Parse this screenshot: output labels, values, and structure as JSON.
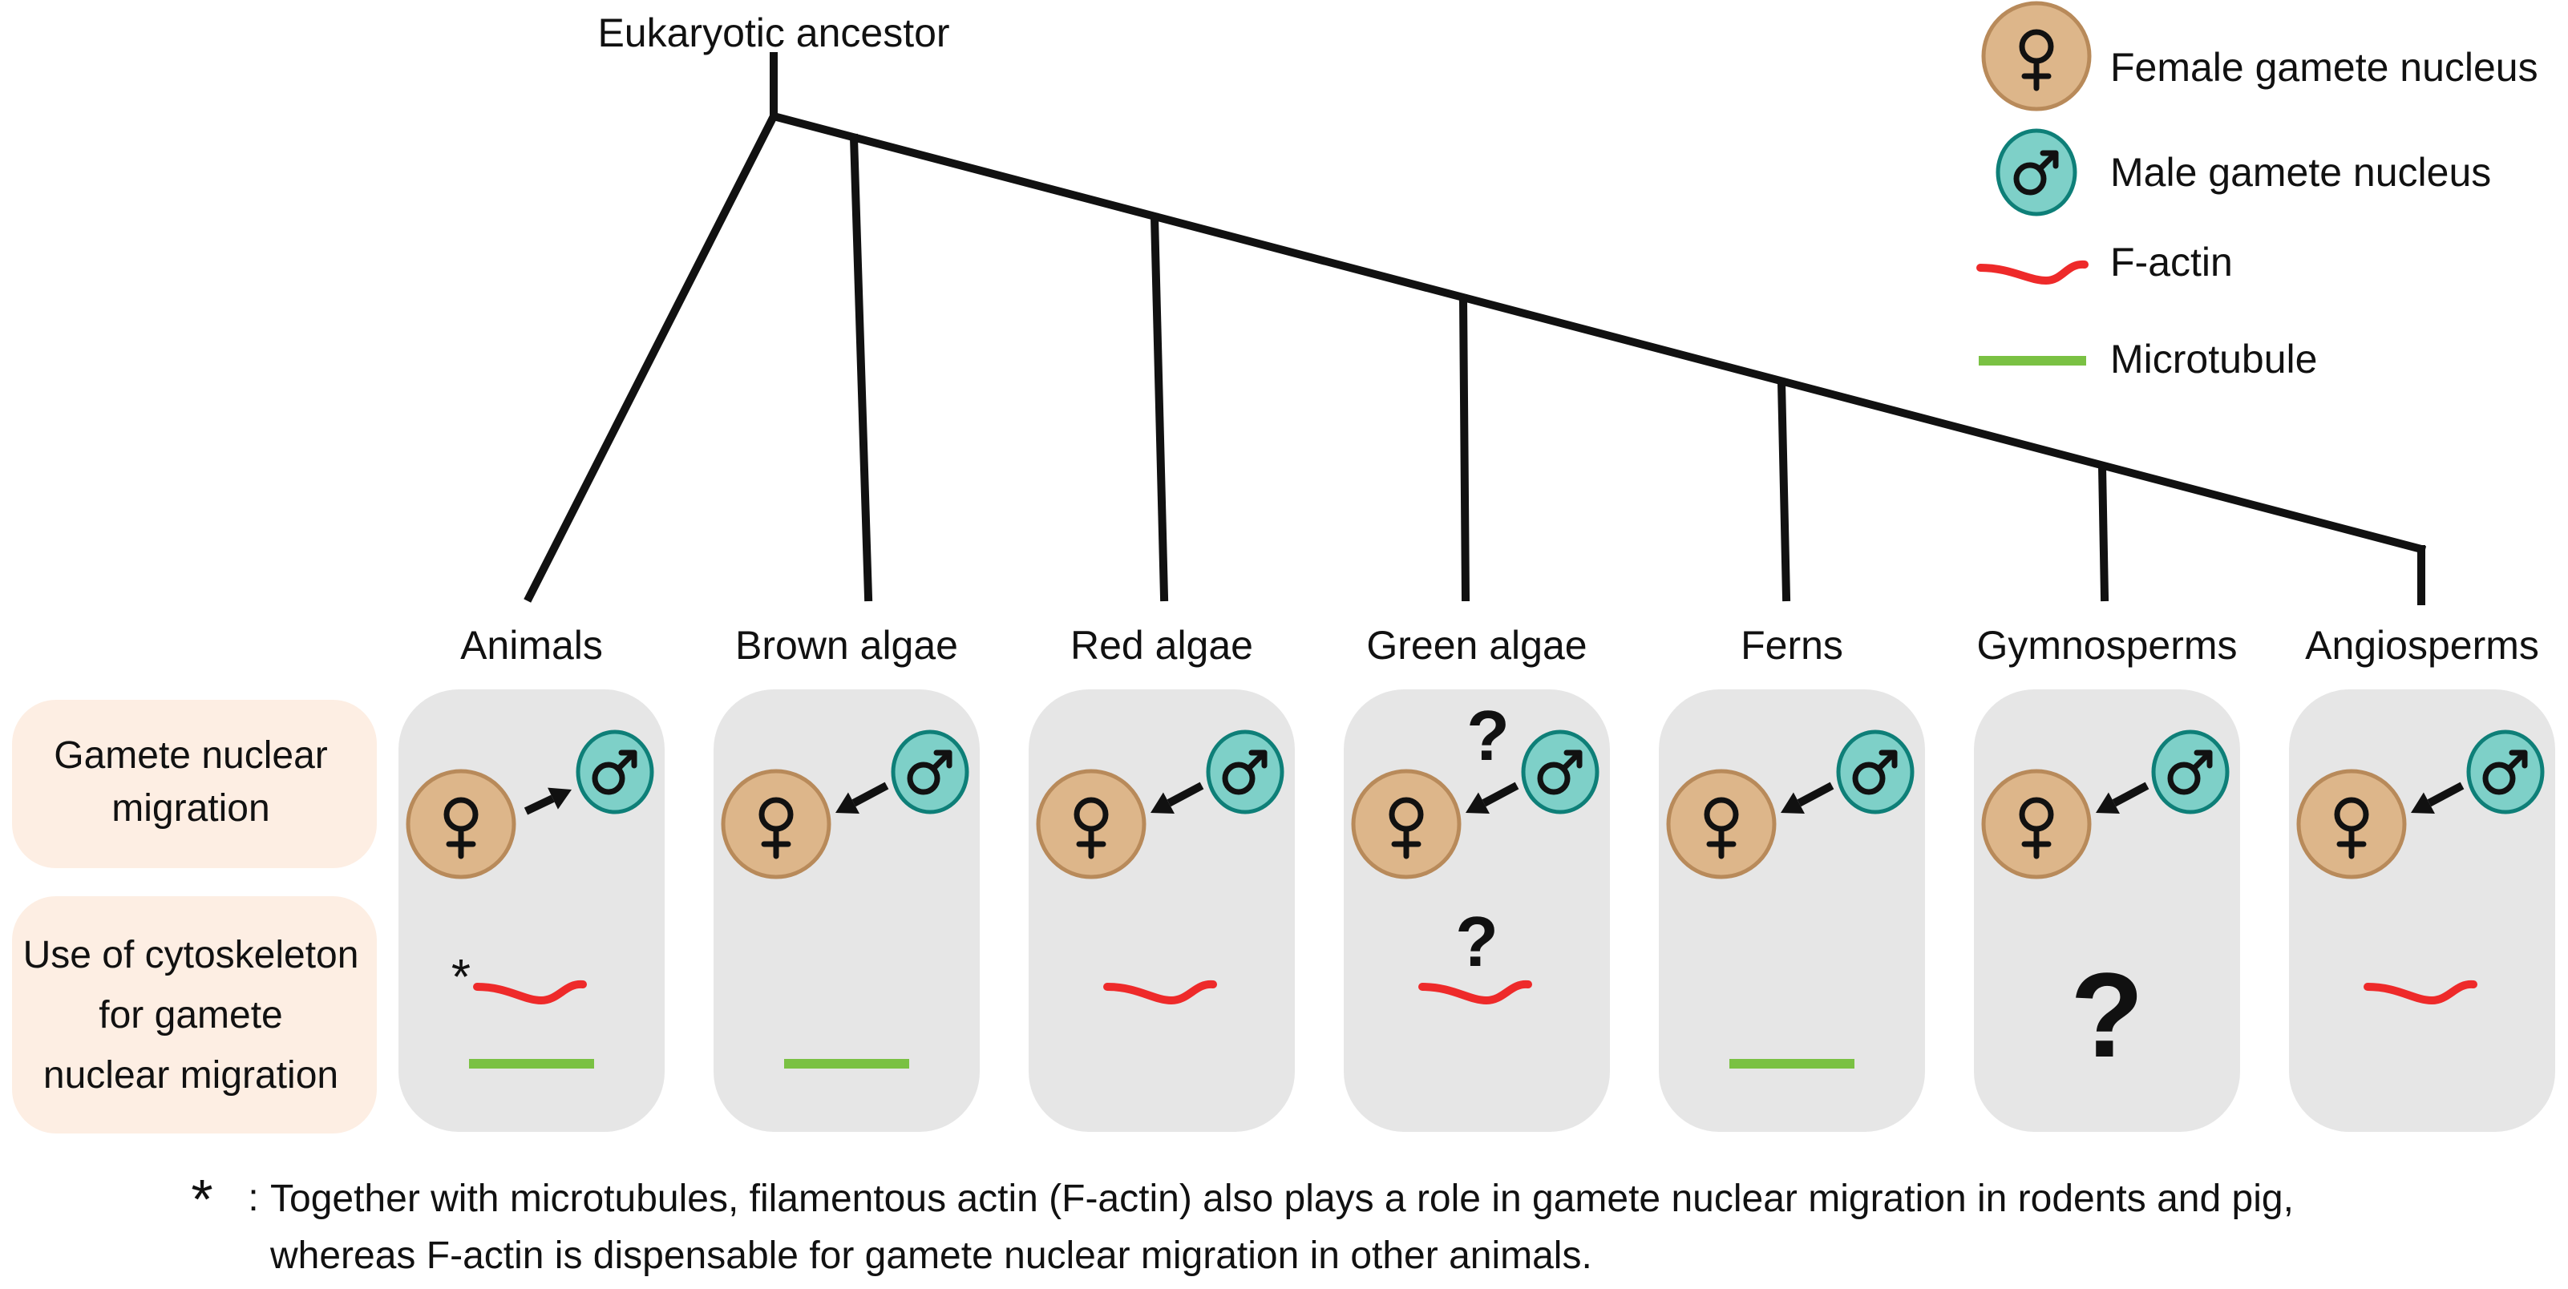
{
  "root_label": "Eukaryotic ancestor",
  "legend": [
    {
      "kind": "female",
      "label": "Female gamete nucleus"
    },
    {
      "kind": "male",
      "label": "Male gamete nucleus"
    },
    {
      "kind": "factin",
      "label": "F-actin"
    },
    {
      "kind": "microtubule",
      "label": "Microtubule"
    }
  ],
  "row_labels": {
    "migration": [
      "Gamete nuclear",
      "migration"
    ],
    "cytoskeleton": [
      "Use of cytoskeleton",
      "for gamete",
      "nuclear migration"
    ]
  },
  "taxa": [
    {
      "name": "Animals",
      "direction": "female_to_male",
      "migration_unknown": false,
      "factin": true,
      "factin_asterisk": true,
      "factin_unknown": false,
      "microtubule": true,
      "cytoskeleton_unknown": false
    },
    {
      "name": "Brown algae",
      "direction": "male_to_female",
      "migration_unknown": false,
      "factin": false,
      "factin_asterisk": false,
      "factin_unknown": false,
      "microtubule": true,
      "cytoskeleton_unknown": false
    },
    {
      "name": "Red algae",
      "direction": "male_to_female",
      "migration_unknown": false,
      "factin": true,
      "factin_asterisk": false,
      "factin_unknown": false,
      "microtubule": false,
      "cytoskeleton_unknown": false
    },
    {
      "name": "Green algae",
      "direction": "male_to_female",
      "migration_unknown": true,
      "factin": true,
      "factin_asterisk": false,
      "factin_unknown": true,
      "microtubule": false,
      "cytoskeleton_unknown": false
    },
    {
      "name": "Ferns",
      "direction": "male_to_female",
      "migration_unknown": false,
      "factin": false,
      "factin_asterisk": false,
      "factin_unknown": false,
      "microtubule": true,
      "cytoskeleton_unknown": false
    },
    {
      "name": "Gymnosperms",
      "direction": "male_to_female",
      "migration_unknown": false,
      "factin": false,
      "factin_asterisk": false,
      "factin_unknown": false,
      "microtubule": false,
      "cytoskeleton_unknown": true
    },
    {
      "name": "Angiosperms",
      "direction": "male_to_female",
      "migration_unknown": false,
      "factin": true,
      "factin_asterisk": false,
      "factin_unknown": false,
      "microtubule": false,
      "cytoskeleton_unknown": false
    }
  ],
  "symbols": {
    "unknown": "?",
    "asterisk": "*",
    "female": "♀",
    "male": "♂"
  },
  "footnote": {
    "marker": "*",
    "separator": ":",
    "lines": [
      "Together with microtubules, filamentous actin (F-actin) also plays a role in gamete nuclear migration in rodents and pig,",
      "whereas F-actin is dispensable for gamete nuclear migration in other animals."
    ]
  },
  "colors": {
    "female_fill": "#DDB68A",
    "female_stroke": "#B88A5A",
    "male_fill": "#7ED0C8",
    "male_stroke": "#0E7F78",
    "factin": "#EE2A2A",
    "microtubule": "#7AC143",
    "panel": "#E6E6E6",
    "row_label_bg": "#FDEEE3",
    "line": "#111111"
  }
}
